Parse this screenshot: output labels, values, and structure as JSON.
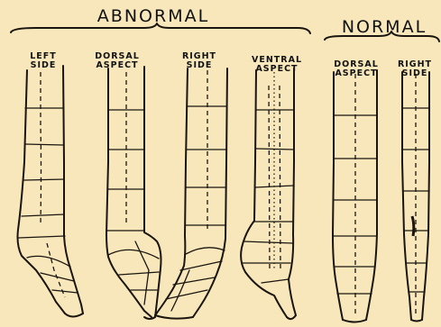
{
  "groups": {
    "abnormal": {
      "heading": "ABNORMAL",
      "views": [
        {
          "line1": "LEFT",
          "line2": "SIDE"
        },
        {
          "line1": "DORSAL",
          "line2": "ASPECT"
        },
        {
          "line1": "RIGHT",
          "line2": "SIDE"
        },
        {
          "line1": "VENTRAL",
          "line2": "ASPECT"
        }
      ]
    },
    "normal": {
      "heading": "NORMAL",
      "views": [
        {
          "line1": "DORSAL",
          "line2": "ASPECT"
        },
        {
          "line1": "RIGHT",
          "line2": "SIDE"
        }
      ]
    }
  }
}
